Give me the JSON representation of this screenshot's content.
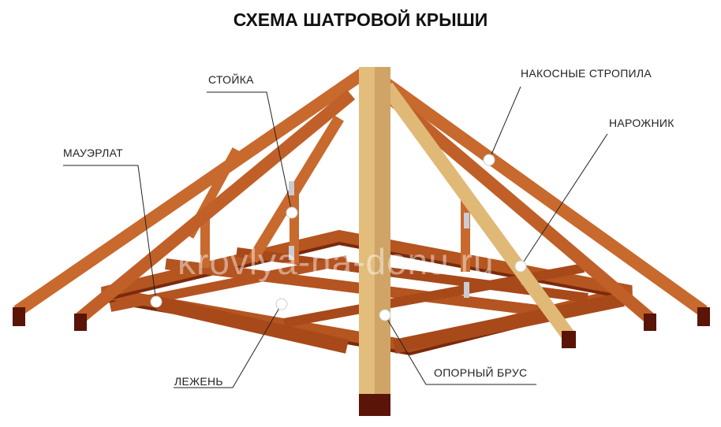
{
  "title": "СХЕМА ШАТРОВОЙ КРЫШИ",
  "labels": {
    "stoyka": "СТОЙКА",
    "nakosnye": "НАКОСНЫЕ СТРОПИЛА",
    "narozhnik": "НАРОЖНИК",
    "mauerlat": "МАУЭРЛАТ",
    "lezhen": "ЛЕЖЕНЬ",
    "opornyi": "ОПОРНЫЙ БРУС"
  },
  "watermark": "krovlya-na-donu.ru",
  "colors": {
    "wood": "#c8692e",
    "wood_dark": "#8a3512",
    "wood_light": "#e0b977",
    "end_grain": "#5a1408"
  }
}
